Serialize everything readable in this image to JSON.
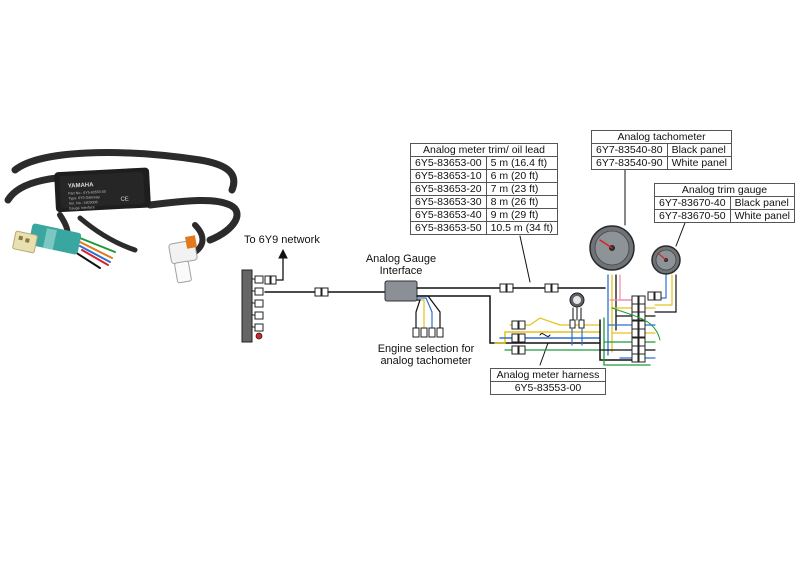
{
  "photo": {
    "module_brand": "YAMAHA",
    "module_lines": [
      "Part No.: 6Y5-83553-00",
      "Type: 6Y5 Gateway",
      "Ser. No.: 1803006",
      "Gauge Interface"
    ],
    "module_symbol": "CE"
  },
  "network_label": "To 6Y9 network",
  "interface_label": "Analog Gauge\nInterface",
  "engine_selection_label": "Engine selection for\nanalog tachometer",
  "trim_oil_table": {
    "header": "Analog meter trim/ oil lead",
    "rows": [
      {
        "part": "6Y5-83653-00",
        "length": "5 m (16.4 ft)"
      },
      {
        "part": "6Y5-83653-10",
        "length": "6 m (20 ft)"
      },
      {
        "part": "6Y5-83653-20",
        "length": "7 m (23 ft)"
      },
      {
        "part": "6Y5-83653-30",
        "length": "8 m (26 ft)"
      },
      {
        "part": "6Y5-83653-40",
        "length": "9 m (29 ft)"
      },
      {
        "part": "6Y5-83653-50",
        "length": "10.5 m (34 ft)"
      }
    ]
  },
  "tach_table": {
    "header": "Analog tachometer",
    "rows": [
      {
        "part": "6Y7-83540-80",
        "panel": "Black panel"
      },
      {
        "part": "6Y7-83540-90",
        "panel": "White panel"
      }
    ]
  },
  "trim_gauge_table": {
    "header": "Analog trim gauge",
    "rows": [
      {
        "part": "6Y7-83670-40",
        "panel": "Black panel"
      },
      {
        "part": "6Y7-83670-50",
        "panel": "White panel"
      }
    ]
  },
  "harness_table": {
    "header": "Analog meter harness",
    "part": "6Y5-83553-00"
  },
  "colors": {
    "wire_black": "#111111",
    "wire_blue": "#2f6fd6",
    "wire_yellow": "#e6c21a",
    "wire_green": "#1c9a3a",
    "wire_pink": "#f08ab0",
    "wire_red": "#d62424",
    "gauge_gray": "#6e7378",
    "cable_dark": "#2c2c2c",
    "connector_teal": "#3aa6a0",
    "connector_orange": "#e07a1c"
  }
}
